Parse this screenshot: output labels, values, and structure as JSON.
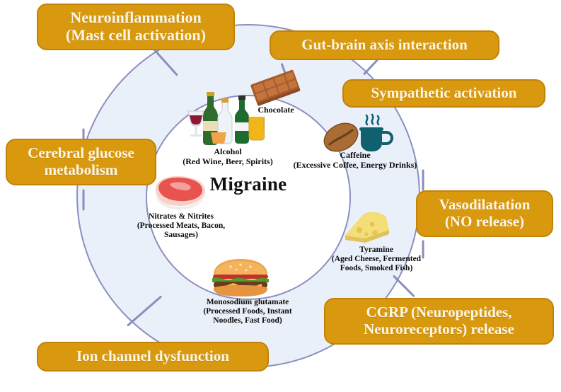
{
  "diagram": {
    "center_label": "Migraine",
    "colors": {
      "callout_fill": "#d9990e",
      "callout_border": "#c2820a",
      "callout_text": "#fdf6e6",
      "outer_circle_fill": "#eaf0f9",
      "circle_stroke": "#8c8fc0",
      "inner_circle_fill": "#ffffff",
      "connector": "#8a8dbe",
      "label_text": "#0b0b0b"
    },
    "callouts": [
      {
        "id": "neuroinflammation",
        "line1": "Neuroinflammation",
        "line2": "(Mast cell activation)"
      },
      {
        "id": "gut-brain",
        "line1": "Gut-brain axis interaction",
        "line2": ""
      },
      {
        "id": "sympathetic",
        "line1": "Sympathetic activation",
        "line2": ""
      },
      {
        "id": "vasodilatation",
        "line1": "Vasodilatation",
        "line2": "(NO release)"
      },
      {
        "id": "cgrp",
        "line1": "CGRP (Neuropeptides,",
        "line2": "Neuroreceptors) release"
      },
      {
        "id": "ion-channel",
        "line1": "Ion channel dysfunction",
        "line2": ""
      },
      {
        "id": "cerebral-glucose",
        "line1": "Cerebral glucose",
        "line2": "metabolism"
      }
    ],
    "triggers": [
      {
        "id": "chocolate",
        "icon": "chocolate-bar-icon",
        "title": "Chocolate",
        "subtitle": ""
      },
      {
        "id": "alcohol",
        "icon": "alcohol-bottles-icon",
        "title": "Alcohol",
        "subtitle": "(Red Wine, Beer, Spirits)"
      },
      {
        "id": "caffeine",
        "icon": "coffee-bean-cup-icon",
        "title": "Caffeine",
        "subtitle": "(Excessive Coffee, Energy Drinks)"
      },
      {
        "id": "nitrates",
        "icon": "raw-meat-steak-icon",
        "title": "Nitrates & Nitrites",
        "subtitle": "(Processed Meats, Bacon, Sausages)",
        "subtitle_line1": "(Processed Meats, Bacon,",
        "subtitle_line2": "Sausages)"
      },
      {
        "id": "tyramine",
        "icon": "cheese-wedge-icon",
        "title": "Tyramine",
        "subtitle": "(Aged Cheese, Fermented Foods, Smoked Fish)",
        "subtitle_line1": "(Aged Cheese, Fermented",
        "subtitle_line2": "Foods, Smoked Fish)"
      },
      {
        "id": "msg",
        "icon": "hamburger-icon",
        "title": "Monosodium glutamate",
        "subtitle": "(Processed Foods, Instant Noodles, Fast Food)",
        "subtitle_line1": "(Processed Foods, Instant",
        "subtitle_line2": "Noodles, Fast Food)"
      }
    ]
  }
}
